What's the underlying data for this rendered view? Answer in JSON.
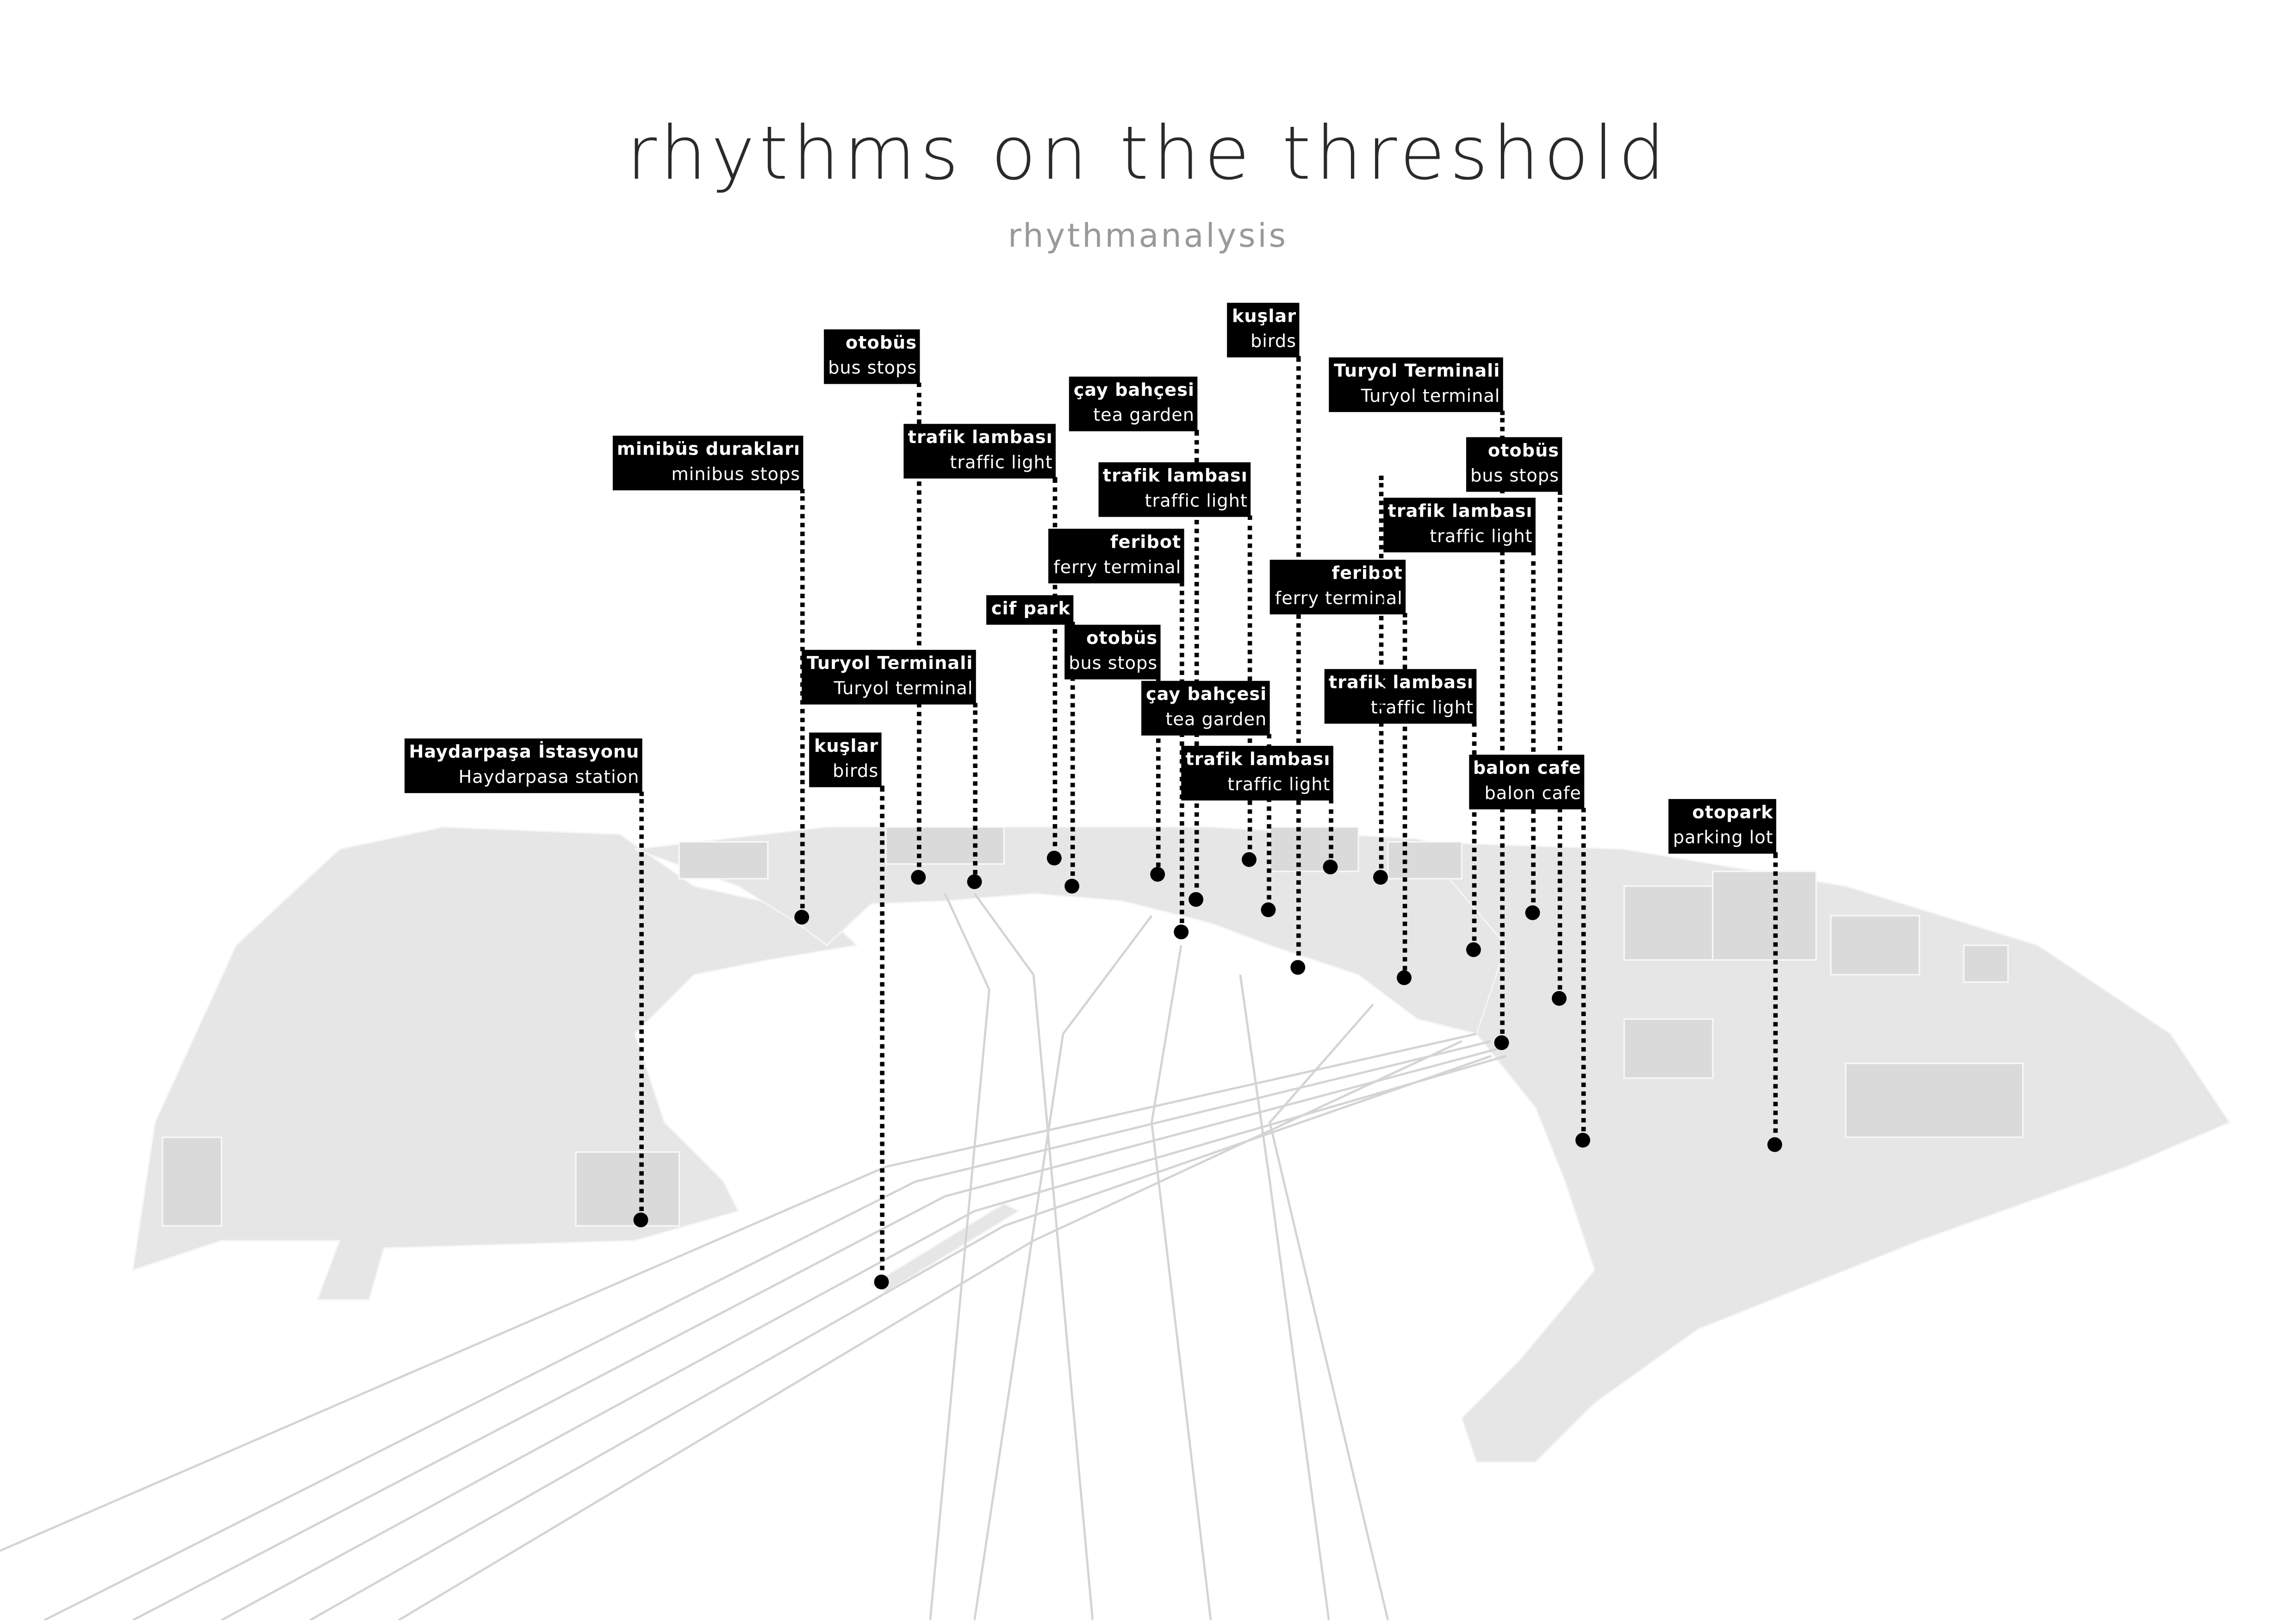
{
  "title": "rhythms on the threshold",
  "subtitle": "rhythmanalysis",
  "colors": {
    "land": "#e6e6e6",
    "building": "#dcdcdc",
    "line": "#d0d0d0",
    "label_bg": "#000000",
    "label_text": "#ffffff"
  },
  "labels": [
    {
      "tr": "Haydarpaşa İstasyonu",
      "en": "Haydarpasa station"
    },
    {
      "tr": "minibüs durakları",
      "en": "minibus stops"
    },
    {
      "tr": "otobüs",
      "en": "bus stops"
    },
    {
      "tr": "trafik lambası",
      "en": "traffic light"
    },
    {
      "tr": "Turyol Terminali",
      "en": "Turyol terminal"
    },
    {
      "tr": "kuşlar",
      "en": "birds"
    },
    {
      "tr": "cif park",
      "en": ""
    },
    {
      "tr": "otobüs",
      "en": "bus stops"
    },
    {
      "tr": "feribot",
      "en": "ferry terminal"
    },
    {
      "tr": "çay bahçesi",
      "en": "tea garden"
    },
    {
      "tr": "trafik lambası",
      "en": "traffic light"
    },
    {
      "tr": "kuşlar",
      "en": "birds"
    },
    {
      "tr": "çay bahçesi",
      "en": "tea garden"
    },
    {
      "tr": "trafik lambası",
      "en": "traffic light"
    },
    {
      "tr": "feribot",
      "en": "ferry terminal"
    },
    {
      "tr": "Turyol Terminali",
      "en": "Turyol terminal"
    },
    {
      "tr": "trafik lambası",
      "en": "traffic light"
    },
    {
      "tr": "trafik lambası",
      "en": "traffic light"
    },
    {
      "tr": "otobüs",
      "en": "bus stops"
    },
    {
      "tr": "balon cafe",
      "en": "balon cafe"
    },
    {
      "tr": "otopark",
      "en": "parking lot"
    }
  ]
}
